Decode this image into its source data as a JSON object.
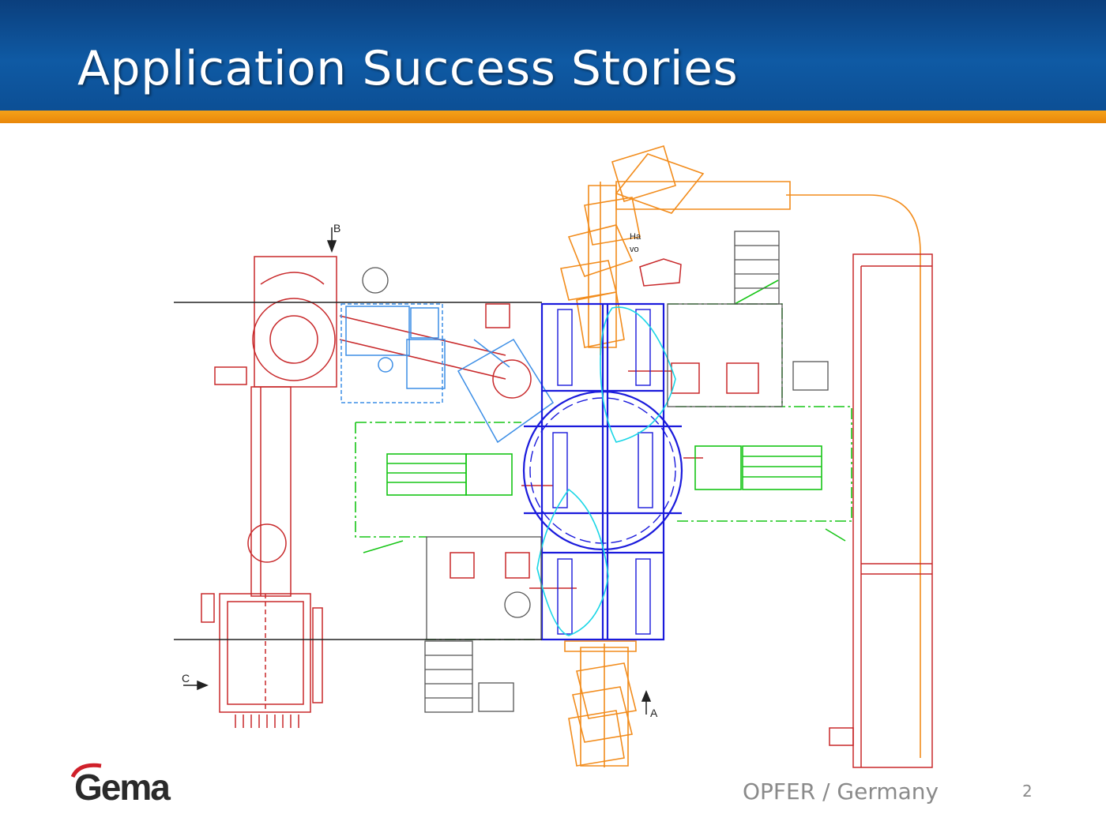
{
  "slide": {
    "title": "Application Success Stories",
    "caption": "OPFER / Germany",
    "page_number": "2"
  },
  "logo": {
    "text": "Gema",
    "accent_color": "#d0202a"
  },
  "drawing": {
    "section_labels": {
      "a": "A",
      "b": "B",
      "c": "C"
    },
    "fragment_label_1": "Ha",
    "fragment_label_2": "vo",
    "colors": {
      "red": "#c8282a",
      "blue": "#1a1adc",
      "light_blue": "#3c8ee6",
      "green": "#16c516",
      "orange": "#f28c1c",
      "cyan": "#19d6e6",
      "black": "#222222"
    }
  }
}
